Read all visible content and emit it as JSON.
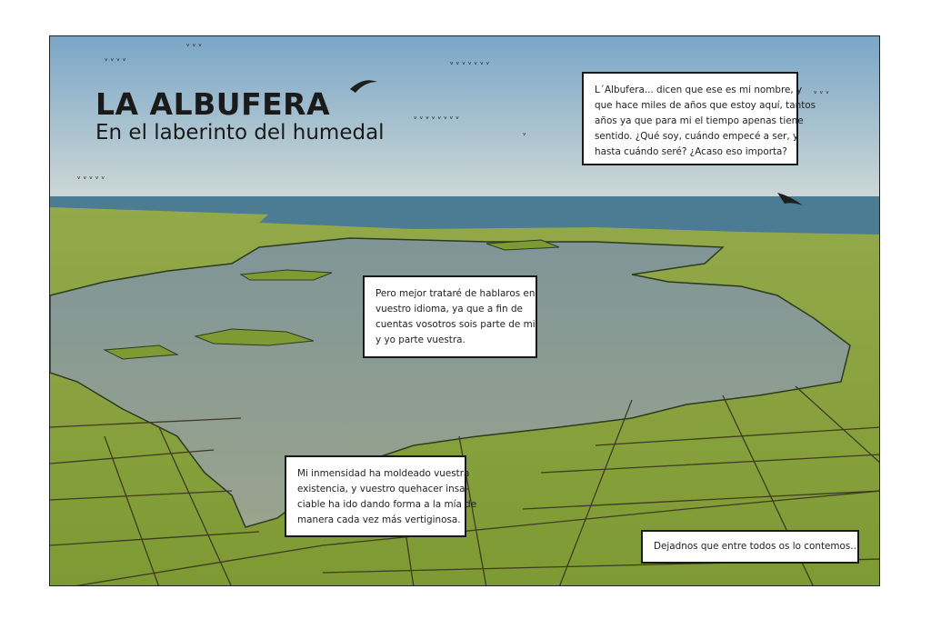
{
  "title": {
    "main": "LA ALBUFERA",
    "subtitle": "En el laberinto del humedal"
  },
  "captions": [
    {
      "lines": [
        "L´Albufera... dicen que ese es mi nombre, y",
        "que hace miles de años que estoy aquí, tantos",
        "años ya que para mi el tiempo apenas tiene",
        "sentido. ¿Qué soy, cuándo empecé a ser, y",
        "hasta cuándo seré? ¿Acaso eso importa?"
      ]
    },
    {
      "lines": [
        "Pero mejor trataré de hablaros en",
        "vuestro idioma, ya que a fin de",
        "cuentas vosotros sois parte de mi",
        "y yo parte vuestra."
      ]
    },
    {
      "lines": [
        "Mi inmensidad ha moldeado vuestra",
        "existencia, y vuestro quehacer insa-",
        "ciable ha ido dando forma a la mía de",
        "manera cada vez más vertiginosa."
      ]
    },
    {
      "lines": [
        "Dejadnos que entre todos os lo contemos..."
      ]
    }
  ],
  "colors": {
    "sky_top": "#7fa9c8",
    "sky_bottom": "#c9d6d6",
    "sea": "#4f7e96",
    "lagoon": "#8e9c94",
    "field": "#8fa83a",
    "field_dark": "#5f7a2a"
  }
}
